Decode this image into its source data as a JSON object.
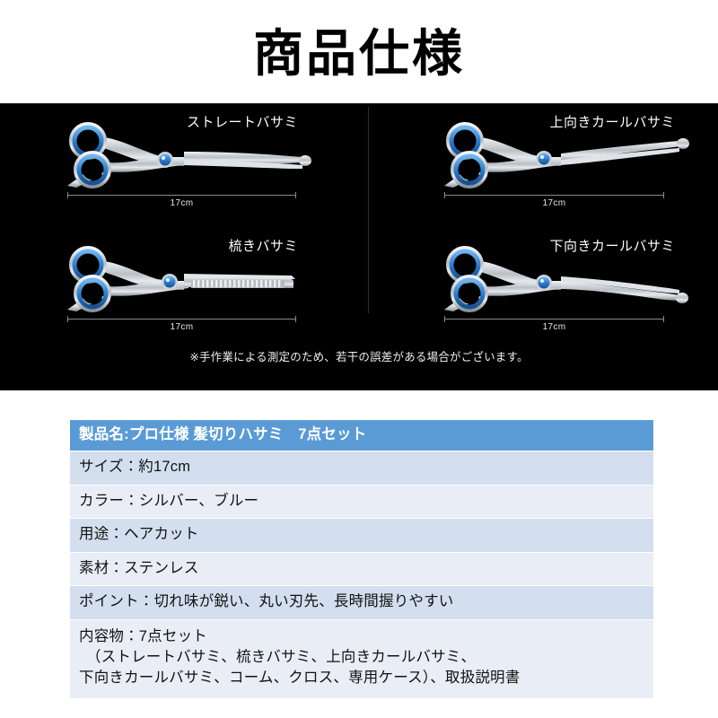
{
  "header": {
    "title": "商品仕様"
  },
  "showcase": {
    "products": [
      {
        "label": "ストレートバサミ",
        "size": "17cm",
        "type": "straight"
      },
      {
        "label": "梳きバサミ",
        "size": "17cm",
        "type": "thinning"
      },
      {
        "label": "上向きカールバサミ",
        "size": "17cm",
        "type": "curl-up"
      },
      {
        "label": "下向きカールバサミ",
        "size": "17cm",
        "type": "curl-down"
      }
    ],
    "disclaimer": "※手作業による測定のため、若干の誤差がある場合がございます。"
  },
  "spec_table": {
    "header": "製品名:プロ仕様 髪切りハサミ　7点セット",
    "rows": [
      "サイズ：約17cm",
      "カラー：シルバー、ブルー",
      "用途：ヘアカット",
      "素材：ステンレス",
      "ポイント：切れ味が鋭い、丸い刃先、長時間握りやすい"
    ],
    "contents_row": {
      "line1": "内容物：7点セット",
      "line2": "（ストレートバサミ、梳きバサミ、上向きカールバサミ、",
      "line3": "下向きカールバサミ、コーム、クロス、専用ケース）、取扱説明書"
    }
  },
  "colors": {
    "accent_blue": "#5b9bd5",
    "row_a": "#d3dfef",
    "row_b": "#e9edf5",
    "showcase_bg": "#000000",
    "scissor_silver": "#c8ccd0",
    "scissor_blue": "#2f7fd0"
  }
}
